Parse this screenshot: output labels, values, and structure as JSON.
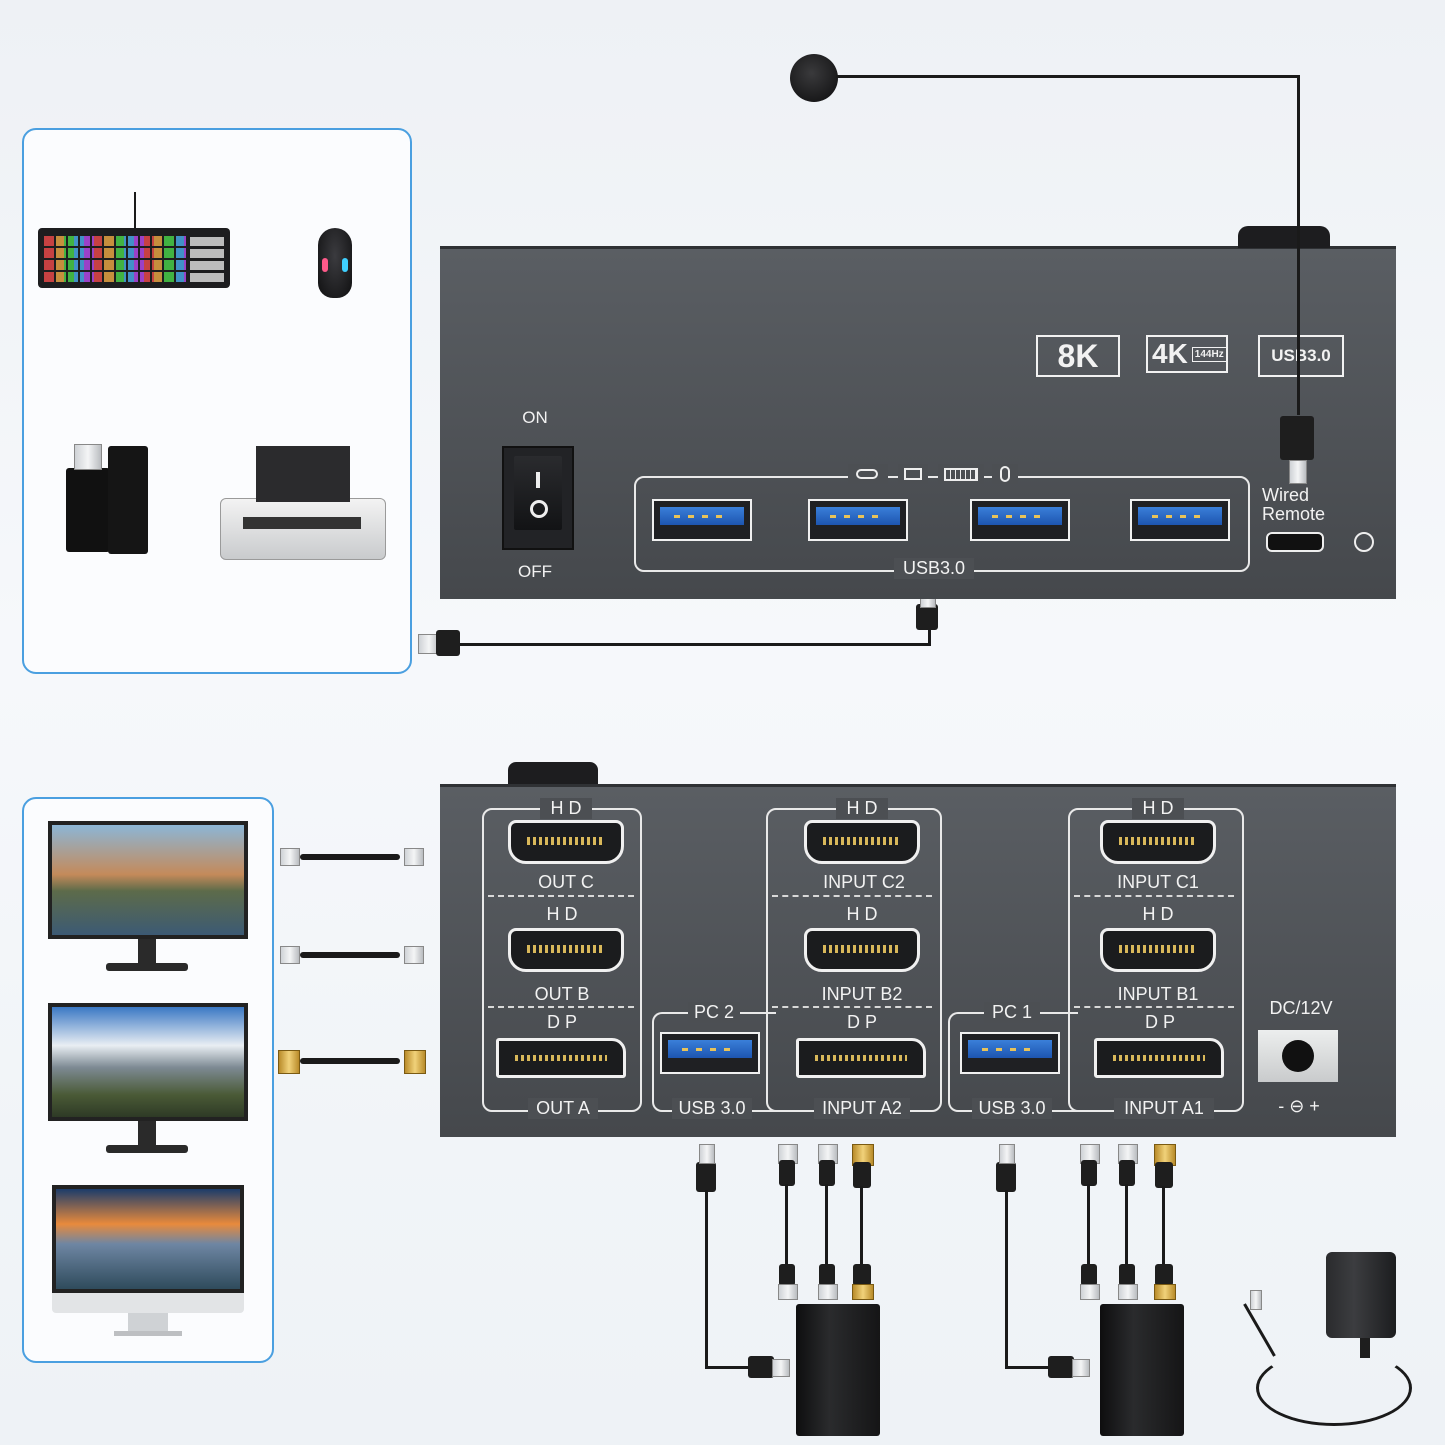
{
  "top_unit": {
    "badges": {
      "res_8k": "8K",
      "res_4k": "4K",
      "hz": "144Hz",
      "usb": "USB3.0"
    },
    "switch": {
      "on_label": "ON",
      "off_label": "OFF"
    },
    "usb_group_label": "USB3.0",
    "remote_label_line1": "Wired",
    "remote_label_line2": "Remote",
    "device_icons": [
      "usb-drive-icon",
      "printer-icon",
      "keyboard-icon",
      "mouse-icon"
    ]
  },
  "bottom_unit": {
    "outputs": {
      "hd_c": "H D",
      "out_c": "OUT C",
      "hd_b": "H D",
      "out_b": "OUT B",
      "dp_a": "D P",
      "out_a": "OUT A"
    },
    "pc2": {
      "label": "PC 2",
      "hd_c2": "H D",
      "input_c2": "INPUT C2",
      "hd_b2": "H D",
      "input_b2": "INPUT B2",
      "dp_a2": "D P",
      "input_a2": "INPUT A2",
      "usb": "USB 3.0"
    },
    "pc1": {
      "label": "PC 1",
      "hd_c1": "H D",
      "input_c1": "INPUT C1",
      "hd_b1": "H D",
      "input_b1": "INPUT B1",
      "dp_a1": "D P",
      "input_a1": "INPUT A1",
      "usb": "USB 3.0"
    },
    "power": {
      "label": "DC/12V",
      "polarity": "- ⊖ +"
    }
  },
  "colors": {
    "accent_border": "#4a9fe0",
    "device_body": "#4c4f53",
    "usb_blue": "#2a6dcc"
  }
}
